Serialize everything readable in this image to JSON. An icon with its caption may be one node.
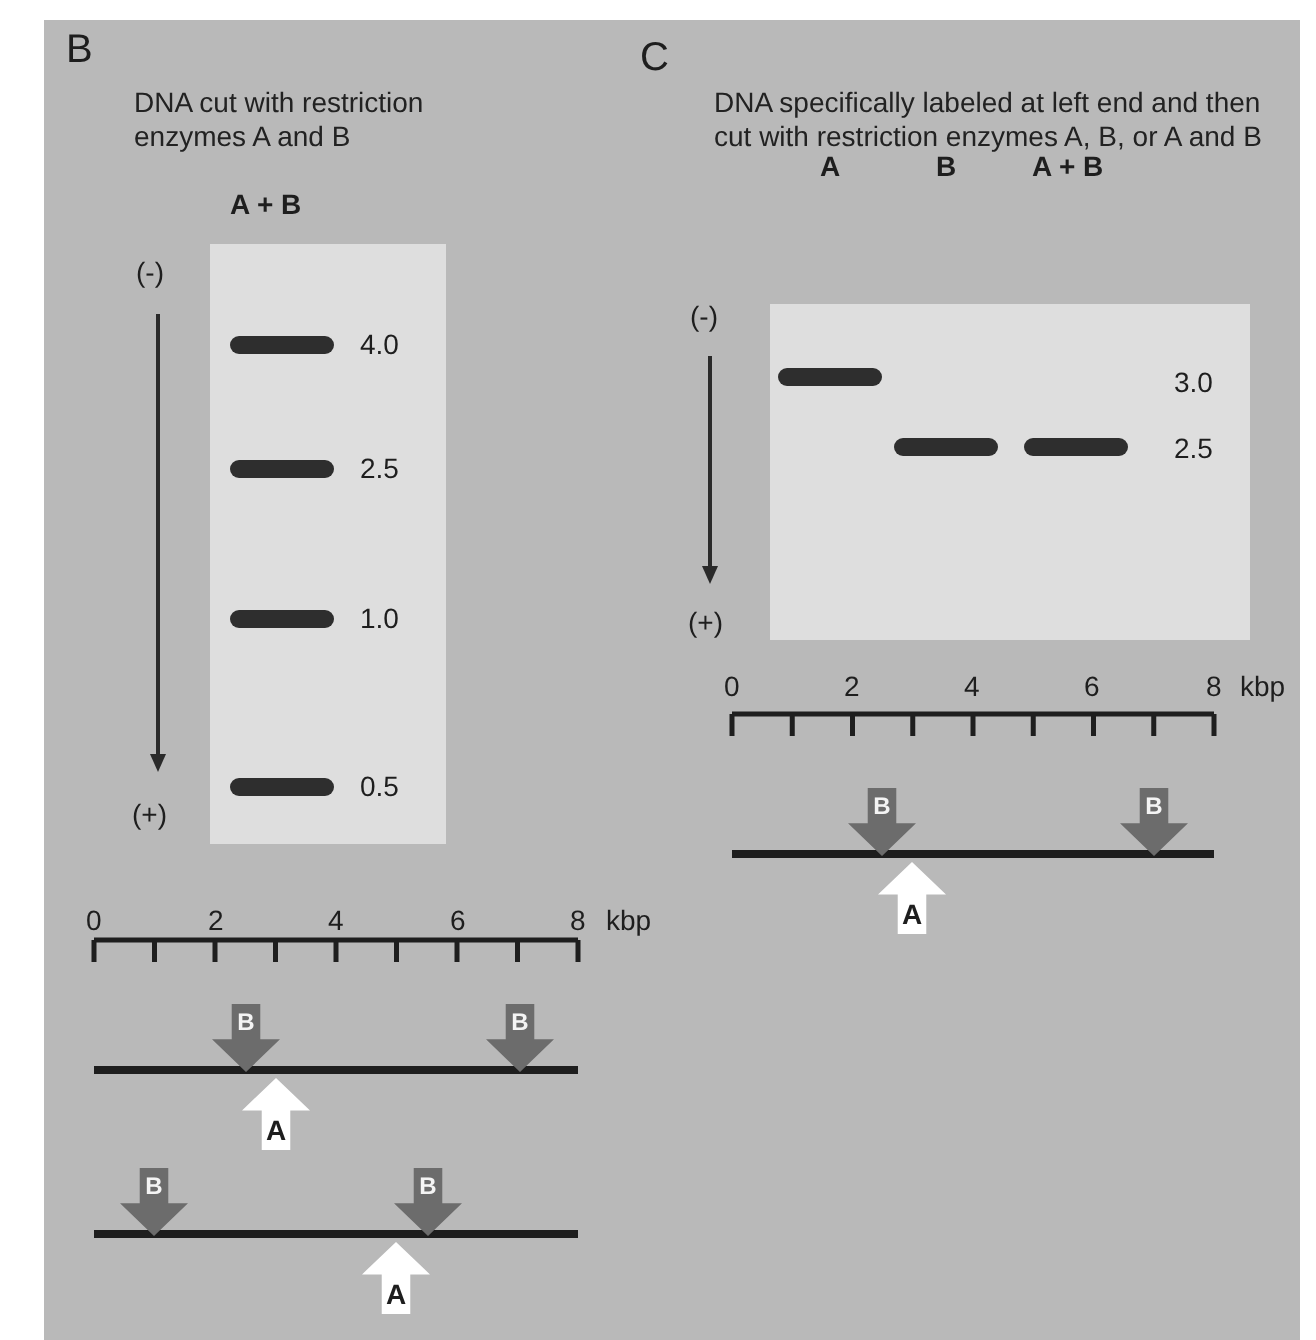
{
  "diagram": {
    "labels": [
      "B",
      "DNA cut with restriction enzymes A and B",
      "A + B",
      "(-)",
      "4.0",
      "2.5",
      "1.0",
      "(+)",
      "0.5",
      "0",
      "2",
      "4",
      "6",
      "8",
      "kbp",
      "B",
      "B",
      "A",
      "B",
      "B",
      "A",
      "C",
      "DNA specifically labeled at left end and then cut with restriction enzymes A, B, or A and B",
      "A",
      "B",
      "A + B",
      "(-)",
      "3.0",
      "2.5",
      "(+)",
      "0",
      "2",
      "4",
      "6",
      "8",
      "kbp",
      "B",
      "B",
      "A"
    ]
  }
}
